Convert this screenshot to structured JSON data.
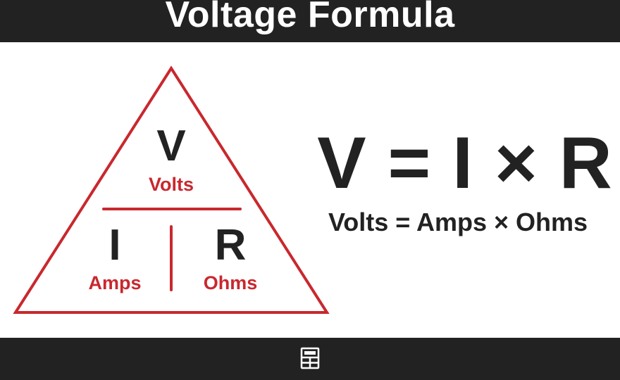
{
  "header": {
    "title": "Voltage Formula"
  },
  "triangle": {
    "top": {
      "symbol": "V",
      "unit": "Volts"
    },
    "bottom_left": {
      "symbol": "I",
      "unit": "Amps"
    },
    "bottom_right": {
      "symbol": "R",
      "unit": "Ohms"
    }
  },
  "formula": {
    "symbolic": "V = I × R",
    "words": "Volts = Amps × Ohms"
  },
  "footer": {
    "icon": "calculator-icon",
    "text": ""
  },
  "colors": {
    "bar_background": "#222222",
    "accent_red": "#c8282e",
    "text_dark": "#222222",
    "background": "#ffffff"
  }
}
